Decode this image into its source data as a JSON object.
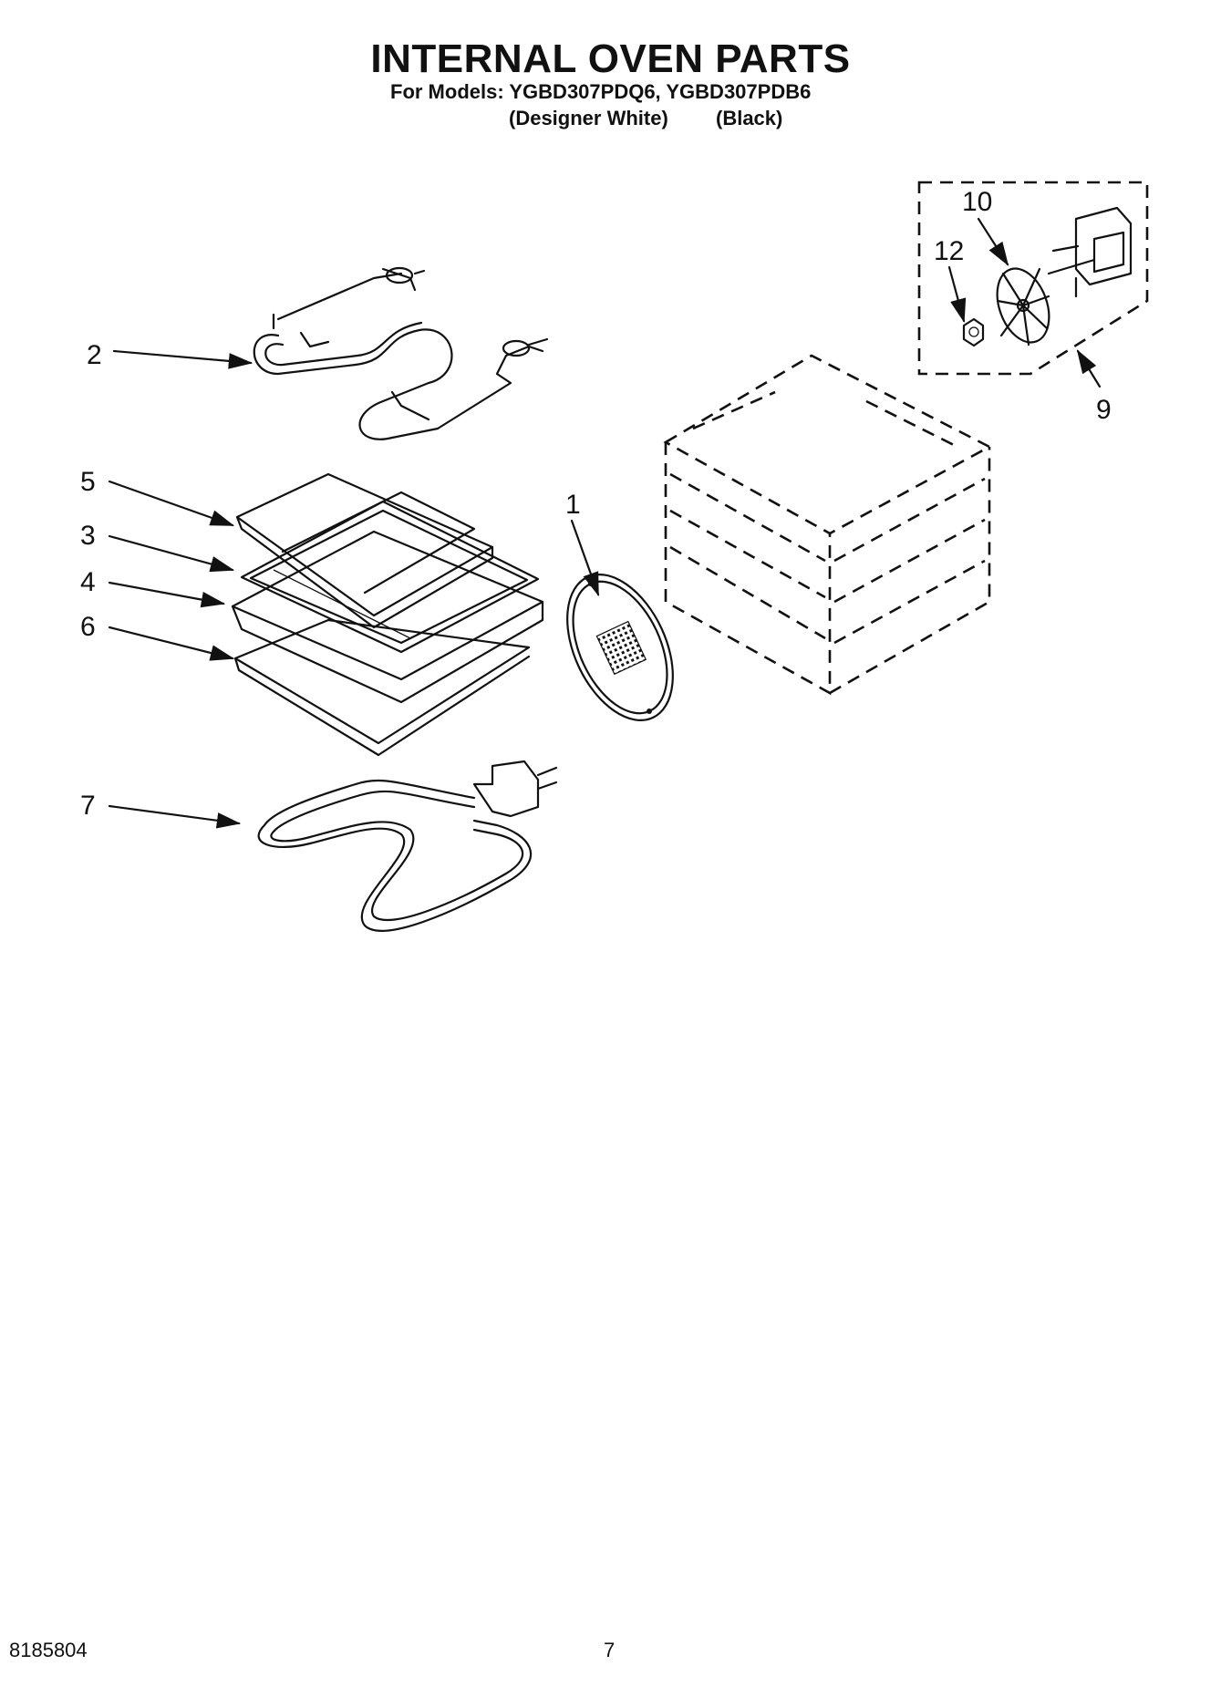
{
  "header": {
    "title": "INTERNAL OVEN PARTS",
    "models_line": "For Models: YGBD307PDQ6, YGBD307PDB6",
    "variant_white": "(Designer White)",
    "variant_black": "(Black)"
  },
  "callouts": {
    "c1": "1",
    "c2": "2",
    "c3": "3",
    "c4": "4",
    "c5": "5",
    "c6": "6",
    "c7": "7",
    "c9": "9",
    "c10": "10",
    "c12": "12"
  },
  "footer": {
    "doc_number": "8185804",
    "page_number": "7"
  }
}
